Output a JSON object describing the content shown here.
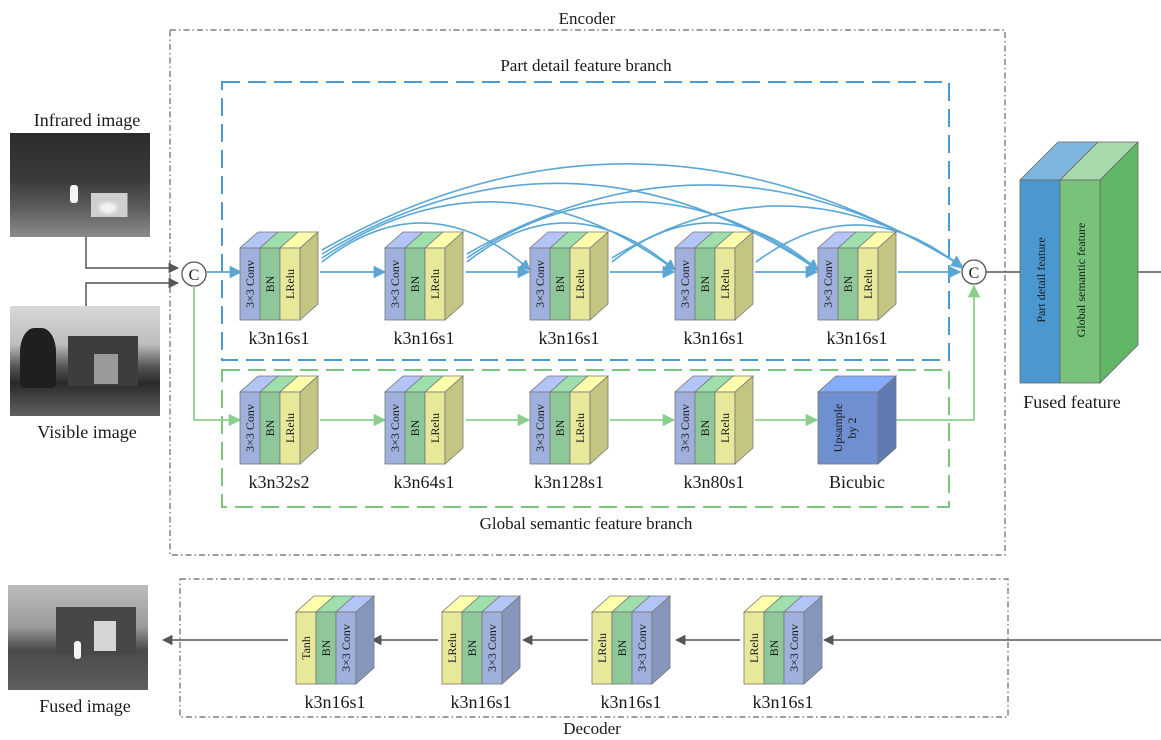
{
  "encoder": {
    "title": "Encoder",
    "detail_branch": {
      "title": "Part detail feature branch",
      "blocks": [
        {
          "layers": [
            "3×3 Conv",
            "BN",
            "LRelu"
          ],
          "caption": "k3n16s1"
        },
        {
          "layers": [
            "3×3 Conv",
            "BN",
            "LRelu"
          ],
          "caption": "k3n16s1"
        },
        {
          "layers": [
            "3×3 Conv",
            "BN",
            "LRelu"
          ],
          "caption": "k3n16s1"
        },
        {
          "layers": [
            "3×3 Conv",
            "BN",
            "LRelu"
          ],
          "caption": "k3n16s1"
        },
        {
          "layers": [
            "3×3 Conv",
            "BN",
            "LRelu"
          ],
          "caption": "k3n16s1"
        }
      ]
    },
    "semantic_branch": {
      "title": "Global semantic feature branch",
      "blocks": [
        {
          "layers": [
            "3×3 Conv",
            "BN",
            "LRelu"
          ],
          "caption": "k3n32s2"
        },
        {
          "layers": [
            "3×3 Conv",
            "BN",
            "LRelu"
          ],
          "caption": "k3n64s1"
        },
        {
          "layers": [
            "3×3 Conv",
            "BN",
            "LRelu"
          ],
          "caption": "k3n128s1"
        },
        {
          "layers": [
            "3×3 Conv",
            "BN",
            "LRelu"
          ],
          "caption": "k3n80s1"
        }
      ],
      "upsample": {
        "lines": [
          "Upsample",
          "by 2"
        ],
        "caption": "Bicubic"
      }
    },
    "concat_symbol": "C"
  },
  "inputs": {
    "infrared_label": "Infrared image",
    "visible_label": "Visible image"
  },
  "fused_feature": {
    "label": "Fused feature",
    "part_label": "Part detail feature",
    "global_label": "Global semantic feature"
  },
  "decoder": {
    "title": "Decoder",
    "blocks": [
      {
        "layers": [
          "Tanh",
          "BN",
          "3×3 Conv"
        ],
        "caption": "k3n16s1"
      },
      {
        "layers": [
          "LRelu",
          "BN",
          "3×3 Conv"
        ],
        "caption": "k3n16s1"
      },
      {
        "layers": [
          "LRelu",
          "BN",
          "3×3 Conv"
        ],
        "caption": "k3n16s1"
      },
      {
        "layers": [
          "LRelu",
          "BN",
          "3×3 Conv"
        ],
        "caption": "k3n16s1"
      }
    ]
  },
  "output": {
    "label": "Fused image"
  },
  "colors": {
    "conv": "#9fb0dc",
    "bn": "#8ec79a",
    "lrelu": "#e8e89a",
    "tanh": "#e8e89a",
    "upsample": "#6f8fd0",
    "detail_arrow": "#5aa7d6",
    "semantic_arrow": "#8ccf8c",
    "detail_box": "#4a9bd1",
    "semantic_box": "#7cc47c",
    "frame": "#666666",
    "fused_part": "#4a98cf",
    "fused_global": "#78c27a"
  }
}
